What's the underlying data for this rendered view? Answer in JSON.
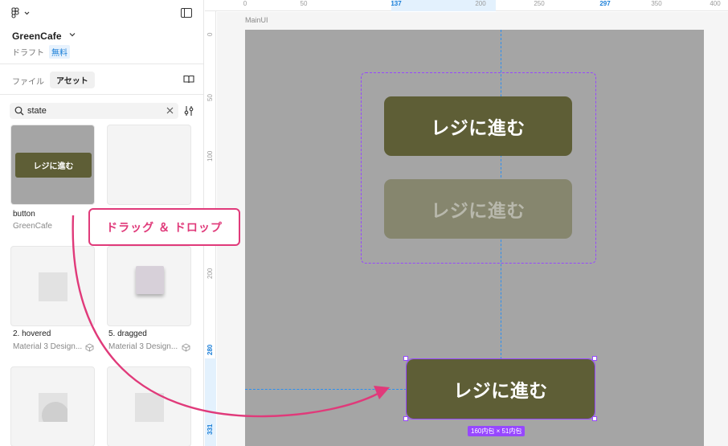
{
  "sidebar": {
    "file_name": "GreenCafe",
    "draft_label": "ドラフト",
    "plan_badge": "無料",
    "tabs": [
      {
        "label": "ファイル",
        "active": false
      },
      {
        "label": "アセット",
        "active": true
      }
    ],
    "search": {
      "value": "state",
      "placeholder": ""
    },
    "assets": [
      {
        "title": "button",
        "library": "GreenCafe",
        "thumb_text": "レジに進む"
      },
      {
        "title": "",
        "library": ""
      },
      {
        "title": "2. hovered",
        "library": "Material 3 Design..."
      },
      {
        "title": "5. dragged",
        "library": "Material 3 Design..."
      },
      {
        "title": "",
        "library": ""
      },
      {
        "title": "",
        "library": ""
      }
    ]
  },
  "ruler": {
    "top_ticks": [
      "0",
      "50",
      "137",
      "200",
      "250",
      "297",
      "350",
      "400"
    ],
    "top_highlight": [
      "137",
      "297"
    ],
    "left_ticks": [
      "0",
      "50",
      "100",
      "200",
      "280",
      "331"
    ],
    "left_highlight": [
      "280",
      "331"
    ]
  },
  "canvas": {
    "frame_label": "MainUI",
    "variant_default_label": "レジに進む",
    "variant_disabled_label": "レジに進む",
    "instance_label": "レジに進む",
    "size_badge": "160内包 × 51内包"
  },
  "annotation": {
    "label": "ドラッグ ＆ ドロップ"
  },
  "colors": {
    "button_fill": "#5e5e36",
    "selection": "#9747ff",
    "guide": "#2d8ff0",
    "annotation": "#e03a7a"
  }
}
